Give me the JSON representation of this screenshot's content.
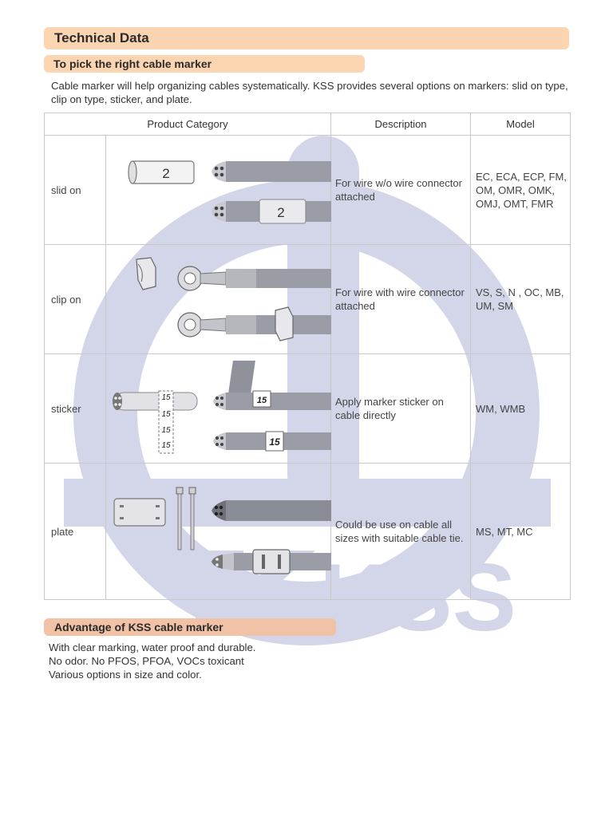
{
  "header": {
    "title": "Technical Data",
    "subtitle": "To pick the right cable marker",
    "intro": "Cable marker will help organizing cables systematically. KSS provides several options on markers: slid on type, clip on type, sticker, and plate."
  },
  "table": {
    "headers": [
      "Product Category",
      "Description",
      "Model"
    ],
    "rows": [
      {
        "category": "slid on",
        "description": "For wire w/o wire connector attached",
        "model": "EC, ECA, ECP, FM, OM, OMR, OMK, OMJ, OMT, FMR",
        "marker_label": "2"
      },
      {
        "category": "clip on",
        "description": "For wire with wire connector attached",
        "model": "VS, S, N , OC, MB, UM, SM"
      },
      {
        "category": "sticker",
        "description": "Apply marker sticker on cable directly",
        "model": "WM, WMB",
        "marker_label": "15"
      },
      {
        "category": "plate",
        "description": "Could be use on cable all sizes with suitable cable tie.",
        "model": "MS, MT, MC"
      }
    ]
  },
  "advantage": {
    "title": "Advantage of KSS cable marker",
    "lines": [
      "With clear marking, water proof and durable.",
      "No odor. No PFOS, PFOA, VOCs toxicant",
      "Various options in size and color."
    ]
  },
  "watermark": {
    "text": "KSS",
    "color": "#d3d6e8"
  },
  "colors": {
    "heading_bg": "#fbd4b2",
    "advantage_bg": "#f1c2a6",
    "cable": "#9a9ca6",
    "cable_dark": "#6e707a"
  }
}
